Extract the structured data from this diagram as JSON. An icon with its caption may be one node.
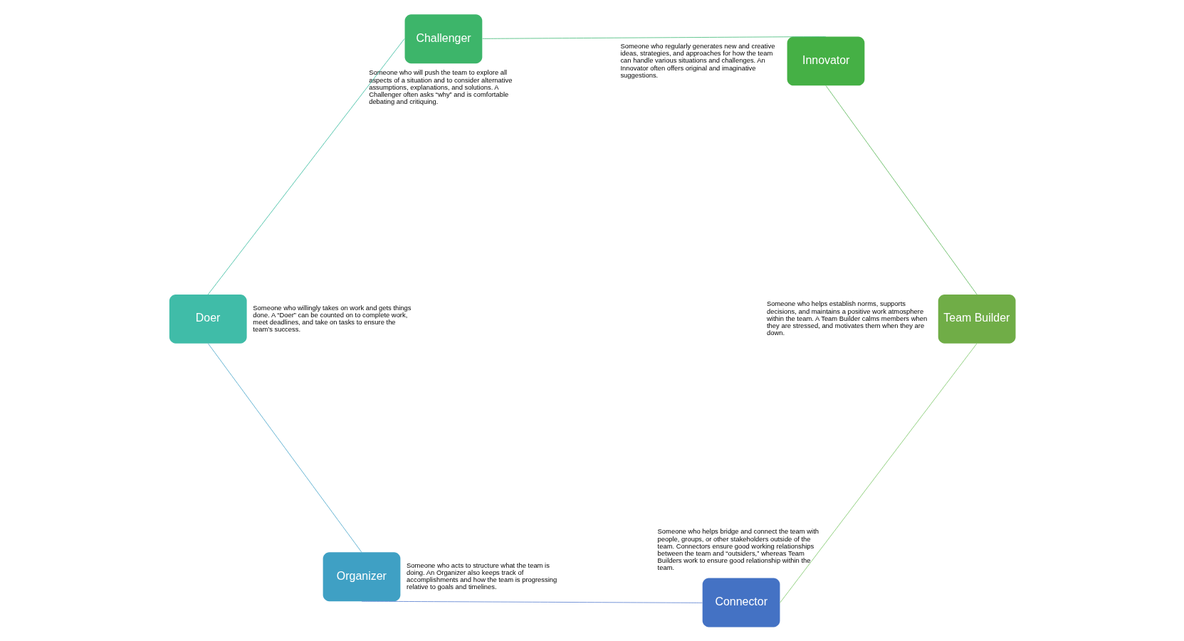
{
  "diagram": {
    "nodes": [
      {
        "text": [
          "Connector"
        ],
        "beside": [
          "Someone who helps bridge and connect the team with people, groups, or other stakeholders outside of the team. Connectors ensure good working relationships between the team and “outsiders,” whereas Team Builders work to ensure good relationship within the team."
        ]
      },
      {
        "text": [
          "Organizer"
        ],
        "beside": [
          "Someone who acts to structure what the team is doing. An Organizer also keeps track of accomplishments and how the team is progressing relative to goals and timelines."
        ]
      },
      {
        "text": [
          "Doer"
        ],
        "beside": [
          "Someone who willingly takes on work and gets things done. A “Doer” can be counted on to complete work, meet deadlines, and take on tasks to ensure the team’s success."
        ]
      },
      {
        "text": [
          "Challenger"
        ],
        "beside": [
          "Someone who will push the team to explore all aspects of a situation and to consider alternative assumptions, explanations, and solutions. A Challenger often asks “why” and is comfortable debating and critiquing."
        ]
      },
      {
        "text": [
          "Innovator"
        ],
        "beside": [
          "Someone who regularly generates new and creative ideas, strategies, and approaches for how the team can handle various situations and challenges. An Innovator often offers original and imaginative suggestions."
        ]
      },
      {
        "text": [
          "Team Builder"
        ],
        "beside": [
          "Someone who helps establish norms, supports decisions, and maintains a positive work atmosphere within the team. A Team Builder calms members when they are stressed, and motivates them when they are down."
        ]
      }
    ],
    "edges": [
      {
        "from": 0,
        "to": 1,
        "arrow": "none",
        "color": "#6f8fd6"
      },
      {
        "from": 1,
        "to": 2,
        "arrow": "none",
        "color": "#5fb0d0"
      },
      {
        "from": 2,
        "to": 3,
        "arrow": "none",
        "color": "#4fc4aa"
      },
      {
        "from": 3,
        "to": 4,
        "arrow": "none",
        "color": "#5cc48a"
      },
      {
        "from": 4,
        "to": 5,
        "arrow": "none",
        "color": "#6cbf6a"
      },
      {
        "from": 5,
        "to": 0,
        "arrow": "none",
        "color": "#8cce7a"
      }
    ]
  }
}
